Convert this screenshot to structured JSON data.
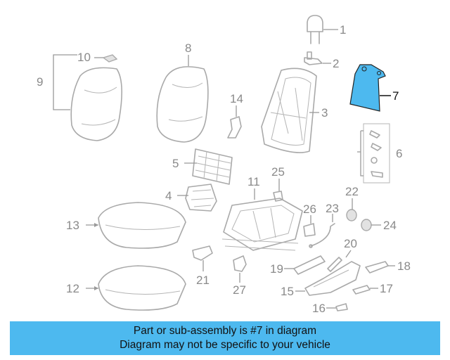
{
  "banner": {
    "line1": "Part or sub-assembly is #7 in diagram",
    "line2": "Diagram may not be specific to your vehicle"
  },
  "highlight_color": "#4db9ef",
  "highlighted_part": "7",
  "callouts": {
    "p1": "1",
    "p2": "2",
    "p3": "3",
    "p4": "4",
    "p5": "5",
    "p6": "6",
    "p7": "7",
    "p8": "8",
    "p9": "9",
    "p10": "10",
    "p11": "11",
    "p12": "12",
    "p13": "13",
    "p14": "14",
    "p15": "15",
    "p16": "16",
    "p17": "17",
    "p18": "18",
    "p19": "19",
    "p20": "20",
    "p21": "21",
    "p22": "22",
    "p23": "23",
    "p24": "24",
    "p25": "25",
    "p26": "26",
    "p27": "27"
  }
}
